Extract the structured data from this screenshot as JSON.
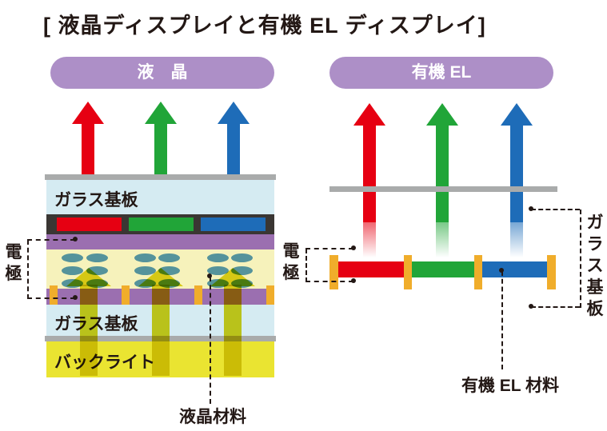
{
  "title": "[ 液晶ディスプレイと有機 EL ディスプレイ]",
  "lcd": {
    "pill_label": "液　晶",
    "glass_top_label": "ガラス基板",
    "glass_bottom_label": "ガラス基板",
    "backlight_label": "バックライト",
    "electrode_label": "電極",
    "material_label": "液晶材料"
  },
  "oled": {
    "pill_label": "有機 EL",
    "electrode_label": "電極",
    "glass_label": "ガラス基板",
    "material_label": "有機 EL 材料"
  },
  "colors": {
    "pill_purple": "#ad8fc7",
    "electrode_purple": "#9b6fb0",
    "glass_blue": "#d5ebf2",
    "substrate_gray": "#a9abab",
    "filter_black": "#3a3633",
    "red": "#e60012",
    "green": "#21a538",
    "blue": "#1e6cb8",
    "lc_layer_yellow": "#f6f2bb",
    "lc_oval_teal": "#55939b",
    "backlight_yellow": "#eae431",
    "spacer_gold": "#f0ad2b",
    "light_arrow_yellow": "#ded31c"
  }
}
